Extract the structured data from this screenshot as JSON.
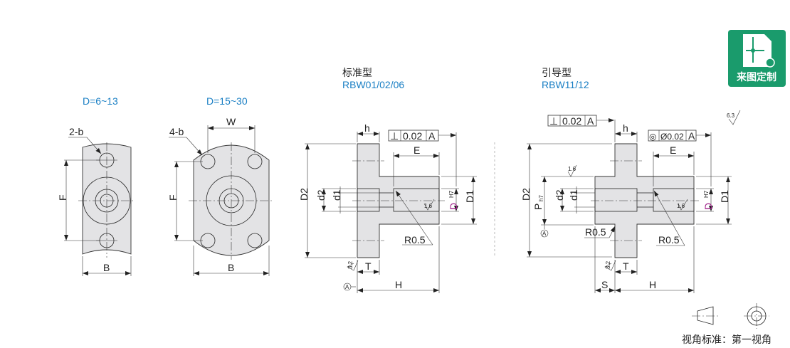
{
  "front_views": [
    {
      "title": "D=6~13",
      "hole_label": "2-b",
      "dim_f": "F",
      "dim_b": "B"
    },
    {
      "title": "D=15~30",
      "hole_label": "4-b",
      "dim_f": "F",
      "dim_b": "B",
      "dim_w": "W"
    }
  ],
  "standard": {
    "title_cn": "标准型",
    "models": "RBW01/02/06",
    "dims": {
      "h": "h",
      "E": "E",
      "D2": "D2",
      "d2": "d2",
      "d1": "d1",
      "D": "D",
      "H7": "H7",
      "D1": "D1",
      "T": "T",
      "H": "H",
      "R": "R0.5"
    },
    "fcf": {
      "symbol": "⊥",
      "value": "0.02",
      "datum": "A"
    },
    "roughness": [
      "1.6",
      "3.2"
    ],
    "datum": "A"
  },
  "guided": {
    "title_cn": "引导型",
    "models": "RBW11/12",
    "dims": {
      "h": "h",
      "E": "E",
      "D2": "D2",
      "P": "P",
      "h7": "h7",
      "d2": "d2",
      "d1": "d1",
      "D": "D",
      "H7": "H7",
      "D1": "D1",
      "T": "T",
      "S": "S",
      "H": "H",
      "R1": "R0.5",
      "R2": "R0.5"
    },
    "fcf1": {
      "symbol": "⊥",
      "value": "0.02",
      "datum": "A"
    },
    "fcf2": {
      "symbol": "◎",
      "value": "Ø0.02",
      "datum": "A"
    },
    "roughness": [
      "1.6",
      "1.6",
      "3.2",
      "6.3"
    ],
    "datum": "A"
  },
  "badge": {
    "label": "来图定制",
    "color": "#1a9b6c"
  },
  "projection": {
    "label": "视角标准：第一视角"
  }
}
